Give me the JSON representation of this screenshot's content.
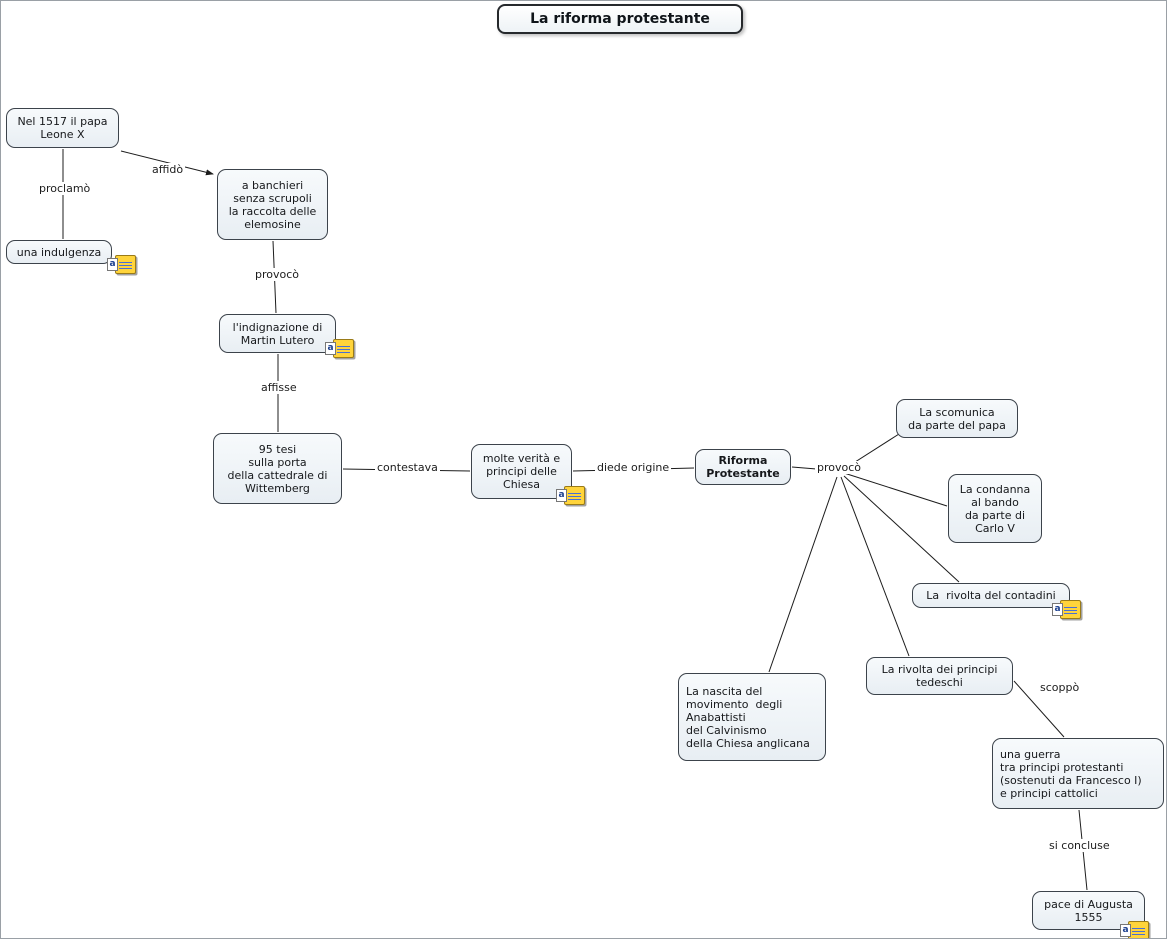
{
  "title": "La riforma protestante",
  "nodes": [
    {
      "text": "Nel 1517 il papa\nLeone X"
    },
    {
      "text": "una indulgenza"
    },
    {
      "text": "a banchieri\nsenza scrupoli\nla raccolta delle\nelemosine"
    },
    {
      "text": "l'indignazione di\nMartin Lutero"
    },
    {
      "text": "95 tesi\nsulla porta\ndella cattedrale di\nWittemberg"
    },
    {
      "text": "molte verità e\nprincipi delle\nChiesa"
    },
    {
      "text": "Riforma\nProtestante"
    },
    {
      "text": "La scomunica\nda parte del papa"
    },
    {
      "text": "La condanna\nal bando\nda parte di\nCarlo V"
    },
    {
      "text": "La  rivolta del contadini"
    },
    {
      "text": "La rivolta dei principi\ntedeschi"
    },
    {
      "text": "La nascita del\nmovimento  degli\nAnabattisti\ndel Calvinismo\ndella Chiesa anglicana"
    },
    {
      "text": "una guerra\ntra principi protestanti\n(sostenuti da Francesco I)\ne principi cattolici"
    },
    {
      "text": "pace di Augusta\n1555"
    }
  ],
  "labels": [
    {
      "text": "proclamò"
    },
    {
      "text": "affidò"
    },
    {
      "text": "provocò"
    },
    {
      "text": "affisse"
    },
    {
      "text": "contestava"
    },
    {
      "text": "diede origine"
    },
    {
      "text": "provocò"
    },
    {
      "text": "scoppò"
    },
    {
      "text": "si concluse"
    }
  ],
  "icons": {
    "attachment_label": "a"
  },
  "colors": {
    "background": "#ffffff",
    "node_fill": "#eaf0f4",
    "node_border": "#3c434b",
    "line": "#1c1c1c",
    "attachment_yellow": "#ffd43b",
    "attachment_lines_blue": "#4a6fd4"
  }
}
